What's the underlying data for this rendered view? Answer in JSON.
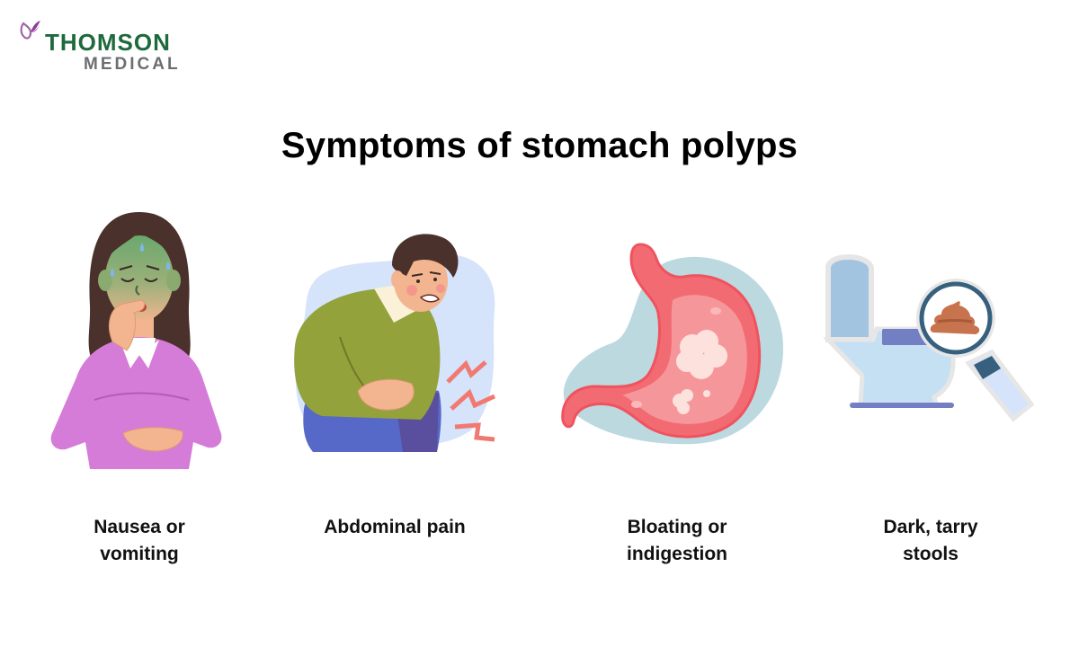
{
  "brand": {
    "name": "THOMSON",
    "sub": "MEDICAL",
    "colors": {
      "primary_green": "#1e6a3c",
      "gray": "#6d6e71",
      "icon_purple": "#9b4f9e"
    }
  },
  "title": "Symptoms of stomach polyps",
  "symptoms": [
    {
      "label_line1": "Nausea or",
      "label_line2": "vomiting",
      "icon": "nauseous-woman-illustration"
    },
    {
      "label_line1": "Abdominal pain",
      "label_line2": "",
      "icon": "man-abdominal-pain-illustration"
    },
    {
      "label_line1": "Bloating or",
      "label_line2": "indigestion",
      "icon": "stomach-polyps-illustration"
    },
    {
      "label_line1": "Dark, tarry",
      "label_line2": "stools",
      "icon": "toilet-magnifier-stool-illustration"
    }
  ]
}
